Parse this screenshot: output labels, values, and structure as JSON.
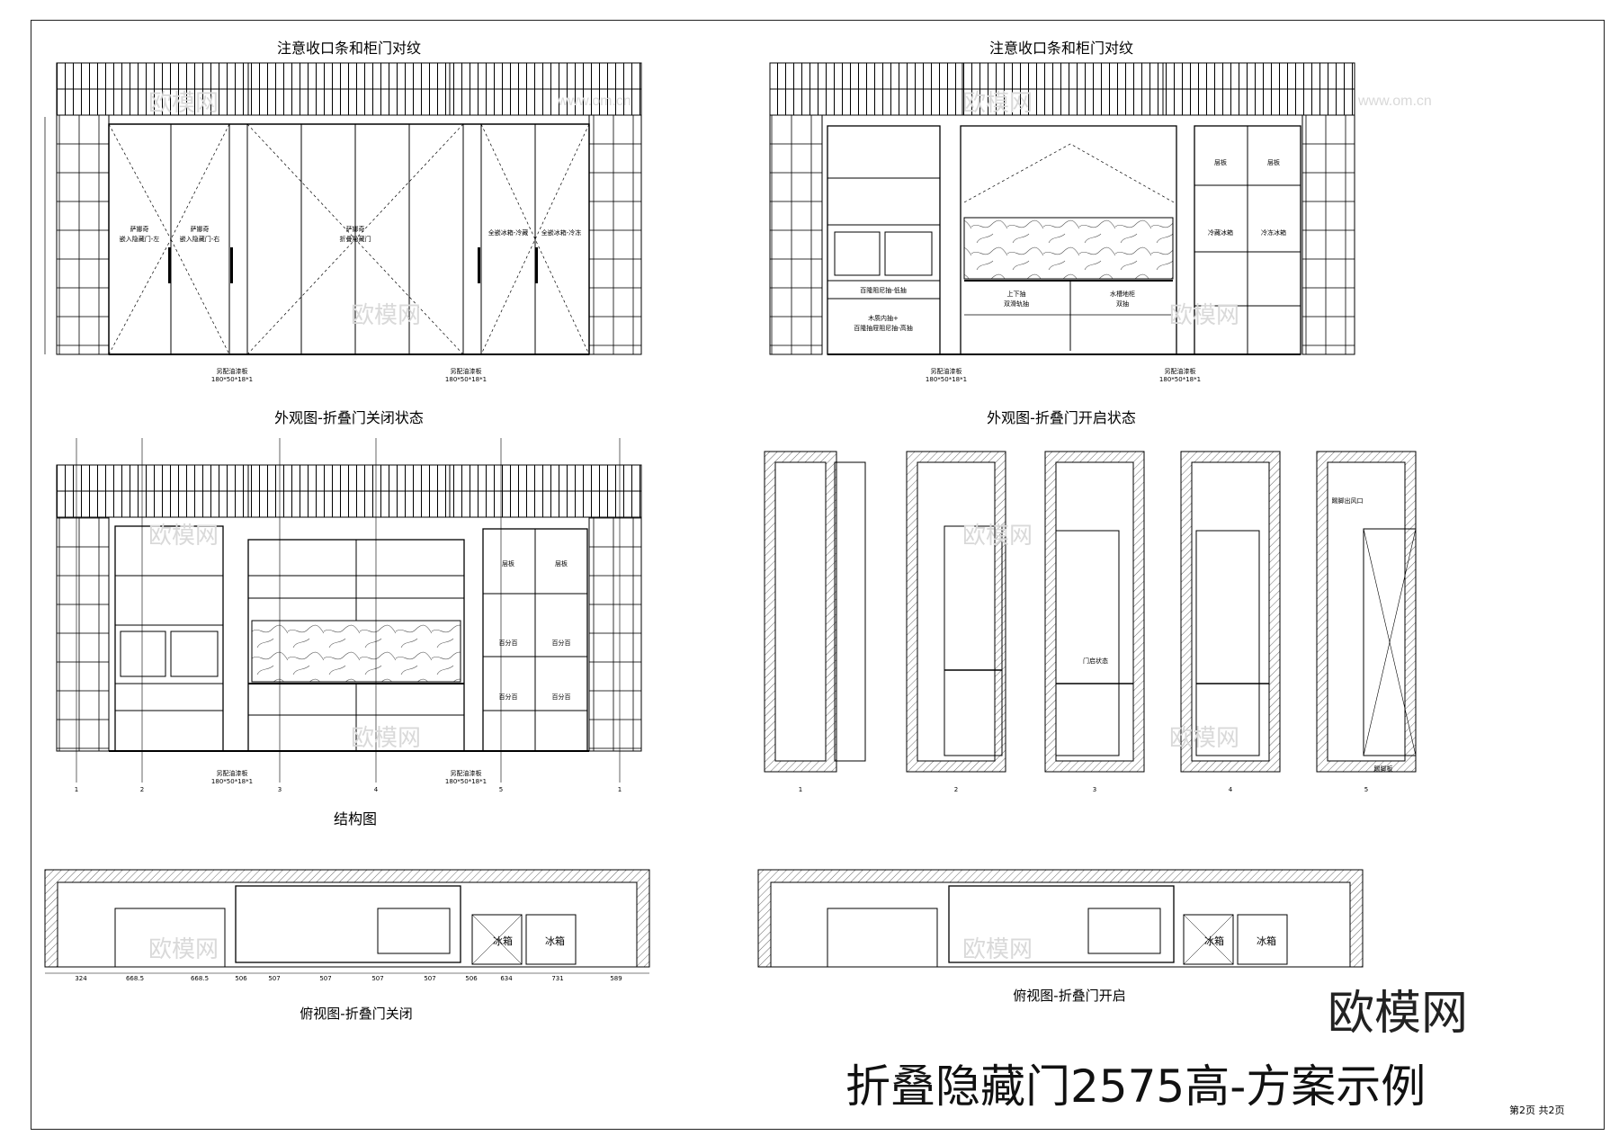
{
  "sheet": {
    "main_title": "折叠隐藏门2575高-方案示例",
    "page_info": "第2页 共2页",
    "logo_text": "欧模网",
    "watermark_text": "欧模网",
    "watermark_url": "www.om.cn"
  },
  "left_elevation": {
    "top_note": "注意收口条和柜门对纹",
    "caption": "外观图-折叠门关闭状态",
    "door_labels": [
      {
        "l1": "萨娜奇",
        "l2": "嵌入隐藏门-左"
      },
      {
        "l1": "萨娜奇",
        "l2": "嵌入隐藏门-右"
      },
      {
        "l1": "萨娜奇",
        "l2": "折叠隐藏门"
      },
      {
        "l1": "全嵌冰箱-冷藏",
        "l2": ""
      },
      {
        "l1": "全嵌冰箱-冷冻",
        "l2": ""
      }
    ],
    "plinth_notes": [
      {
        "l1": "另配油漆板",
        "l2": "180*50*18*1"
      },
      {
        "l1": "另配油漆板",
        "l2": "180*50*18*1"
      }
    ]
  },
  "right_elevation": {
    "top_note": "注意收口条和柜门对纹",
    "caption": "外观图-折叠门开启状态",
    "labels": [
      "百隆阻尼抽-低抽",
      "木质内抽+",
      "百隆抽屉阻尼抽-高抽",
      "上下抽",
      "双滑轨抽",
      "水槽地柜",
      "双抽",
      "层板",
      "层板",
      "冷藏冰箱",
      "冷冻冰箱"
    ],
    "plinth_notes": [
      {
        "l1": "另配油漆板",
        "l2": "180*50*18*1"
      },
      {
        "l1": "另配油漆板",
        "l2": "180*50*18*1"
      }
    ]
  },
  "structure": {
    "caption": "结构图",
    "shelf_labels": [
      "层板",
      "层板",
      "百分百",
      "百分百",
      "百分百",
      "百分百"
    ],
    "plinth_notes": [
      {
        "l1": "另配油漆板",
        "l2": "180*50*18*1"
      },
      {
        "l1": "另配油漆板",
        "l2": "180*50*18*1"
      }
    ],
    "markers": [
      "1",
      "2",
      "3",
      "4",
      "5",
      "1"
    ]
  },
  "sections": {
    "markers": [
      "1",
      "2",
      "3",
      "4",
      "5"
    ],
    "notes": [
      "门启状态",
      "踢脚出风口",
      "踢脚板"
    ]
  },
  "plan_closed": {
    "caption": "俯视图-折叠门关闭",
    "fridge_labels": [
      "冰箱",
      "冰箱"
    ],
    "dims": [
      "324",
      "668.5",
      "668.5",
      "506",
      "507",
      "507",
      "507",
      "507",
      "506",
      "634",
      "731",
      "589"
    ]
  },
  "plan_open": {
    "caption": "俯视图-折叠门开启",
    "fridge_labels": [
      "冰箱",
      "冰箱"
    ]
  }
}
